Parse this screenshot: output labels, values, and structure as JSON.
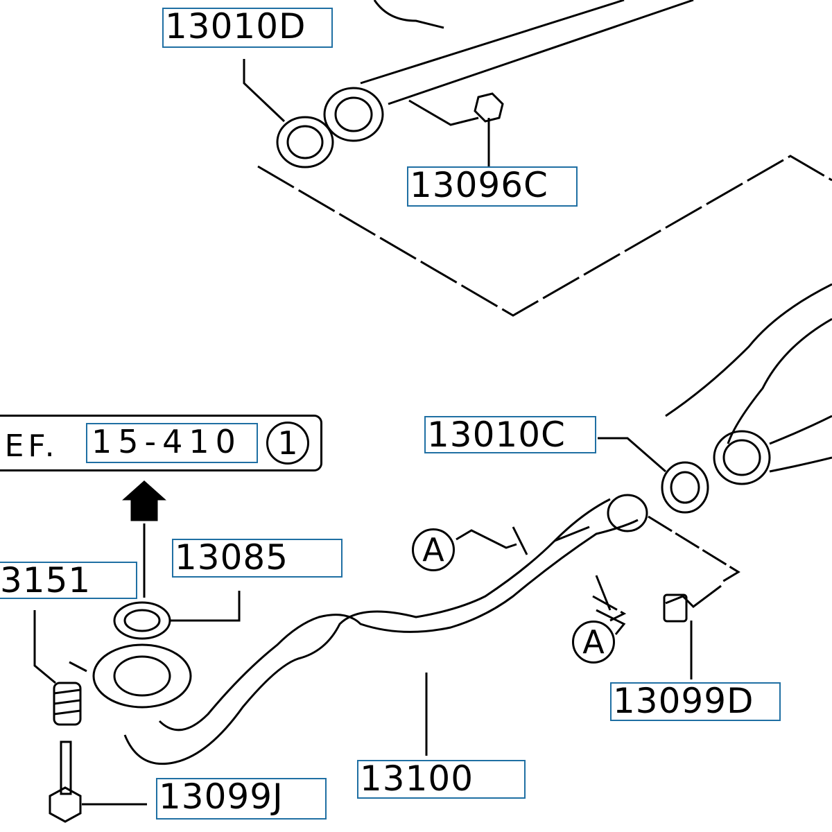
{
  "diagram": {
    "part_labels": [
      "13010D",
      "13096C",
      "13010C",
      "13085",
      "3151",
      "13100",
      "13099D",
      "13099J"
    ],
    "reference": {
      "prefix": "REF.",
      "code": "15-410",
      "circle": "1"
    },
    "callouts": [
      "A",
      "A"
    ],
    "colors": {
      "label_border": "#1f6fa3",
      "lines": "#000000"
    }
  }
}
